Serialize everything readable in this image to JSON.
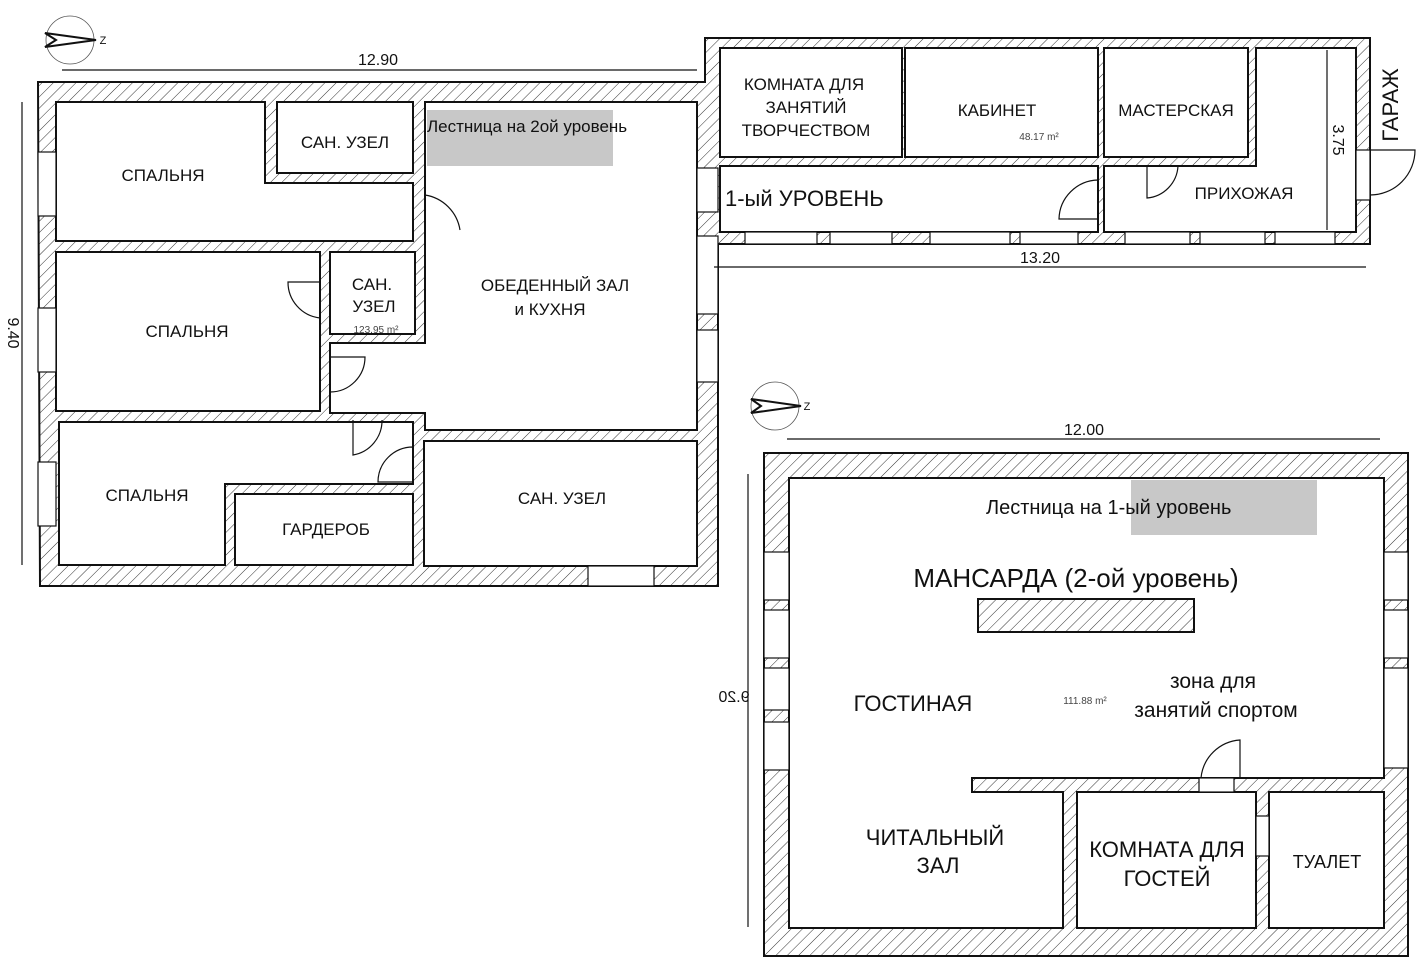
{
  "plan_level1": {
    "dimension_width": "12.90",
    "dimension_height": "9.40",
    "dimension_wing_width": "13.20",
    "dimension_wing_height": "3.75",
    "area_main": "123.95 m²",
    "area_wing": "48.17 m²",
    "level_label": "1-ый УРОВЕНЬ",
    "stair_label": "Лестница на 2ой уровень",
    "garage_label": "ГАРАЖ",
    "compass_label": "Z",
    "rooms": {
      "bedroom1": "СПАЛЬНЯ",
      "bathroom1": "САН. УЗЕЛ",
      "bedroom2": "СПАЛЬНЯ",
      "bathroom2_line1": "САН.",
      "bathroom2_line2": "УЗЕЛ",
      "dining_line1": "ОБЕДЕННЫЙ ЗАЛ",
      "dining_line2": "и КУХНЯ",
      "bedroom3": "СПАЛЬНЯ",
      "wardrobe": "ГАРДЕРОБ",
      "bathroom3": "САН. УЗЕЛ",
      "hobby_line1": "КОМНАТА ДЛЯ",
      "hobby_line2": "ЗАНЯТИЙ",
      "hobby_line3": "ТВОРЧЕСТВОМ",
      "office": "КАБИНЕТ",
      "workshop": "МАСТЕРСКАЯ",
      "hallway": "ПРИХОЖАЯ"
    }
  },
  "plan_level2": {
    "dimension_width": "12.00",
    "dimension_height": "9.20",
    "area": "111.88 m²",
    "title": "МАНСАРДА (2-ой уровень)",
    "stair_label_part1": "Лестница на ",
    "stair_label_part2": "1-ый уровень",
    "compass_label": "Z",
    "rooms": {
      "living": "ГОСТИНАЯ",
      "sport_line1": "зона для",
      "sport_line2": "занятий спортом",
      "reading_line1": "ЧИТАЛЬНЫЙ",
      "reading_line2": "ЗАЛ",
      "guest_line1": "КОМНАТА ДЛЯ",
      "guest_line2": "ГОСТЕЙ",
      "toilet": "ТУАЛЕТ"
    }
  }
}
